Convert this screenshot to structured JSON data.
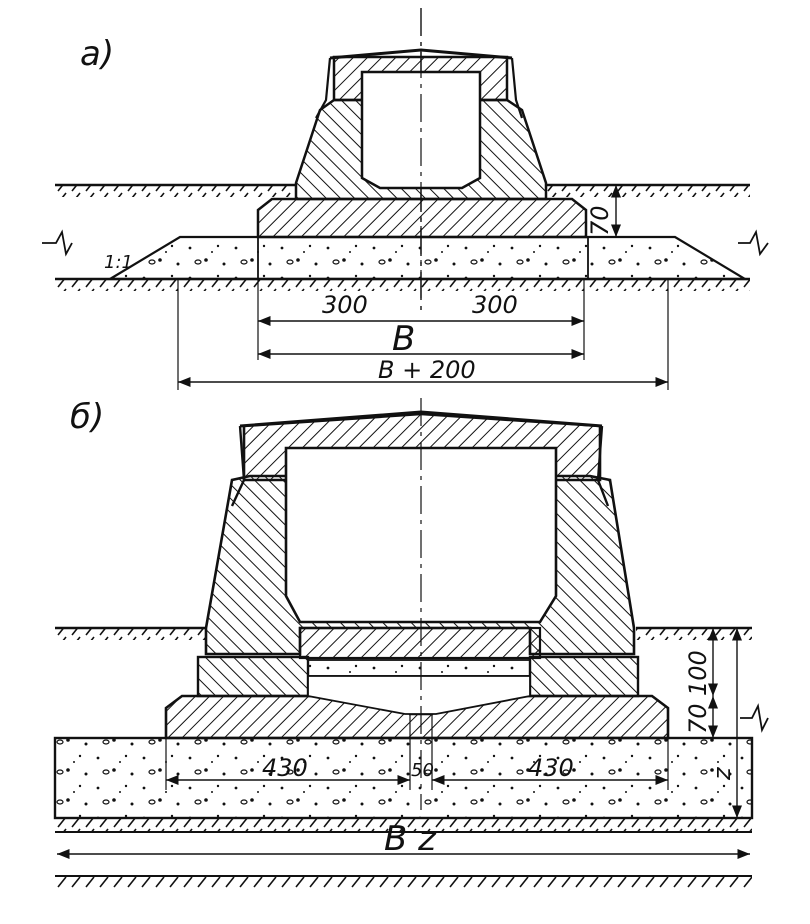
{
  "figure_a": {
    "label": "а)",
    "slope": "1:1",
    "dim_left": "300",
    "dim_right": "300",
    "width": "B",
    "width_total": "B + 200",
    "height_70": "70"
  },
  "figure_b": {
    "label": "б)",
    "dim_left": "430",
    "dim_center": "50",
    "dim_right": "430",
    "width": "B z",
    "height_70": "70",
    "height_100": "100",
    "height_z": "z"
  },
  "colors": {
    "ink": "#111111",
    "paper": "#ffffff"
  }
}
